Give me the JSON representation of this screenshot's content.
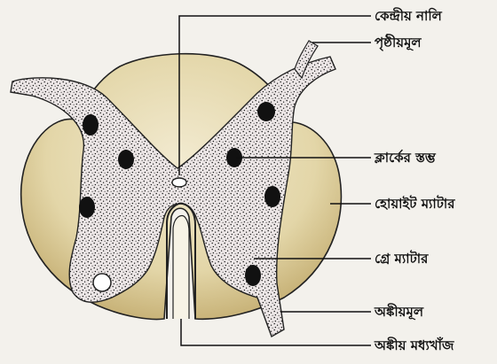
{
  "diagram": {
    "labels": {
      "central_canal": "কেন্দ্রীয় নালি",
      "dorsal_root": "পৃষ্ঠীয়মূল",
      "clarke_column": "ক্লার্কের স্তম্ভ",
      "white_matter": "হোয়াইট ম্যাটার",
      "grey_matter": "গ্রে ম্যাটার",
      "ventral_root": "অঙ্কীয়মূল",
      "ventral_median_fissure": "অঙ্কীয় মধ্যখাঁজ"
    },
    "colors": {
      "white_matter": "#e3d6a8",
      "white_matter_dark": "#c9b47a",
      "grey_matter": "#ece6e6",
      "stipple": "#1a1a1a",
      "nucleus": "#111111",
      "line": "#111111",
      "background": "#f3f1ec"
    }
  }
}
